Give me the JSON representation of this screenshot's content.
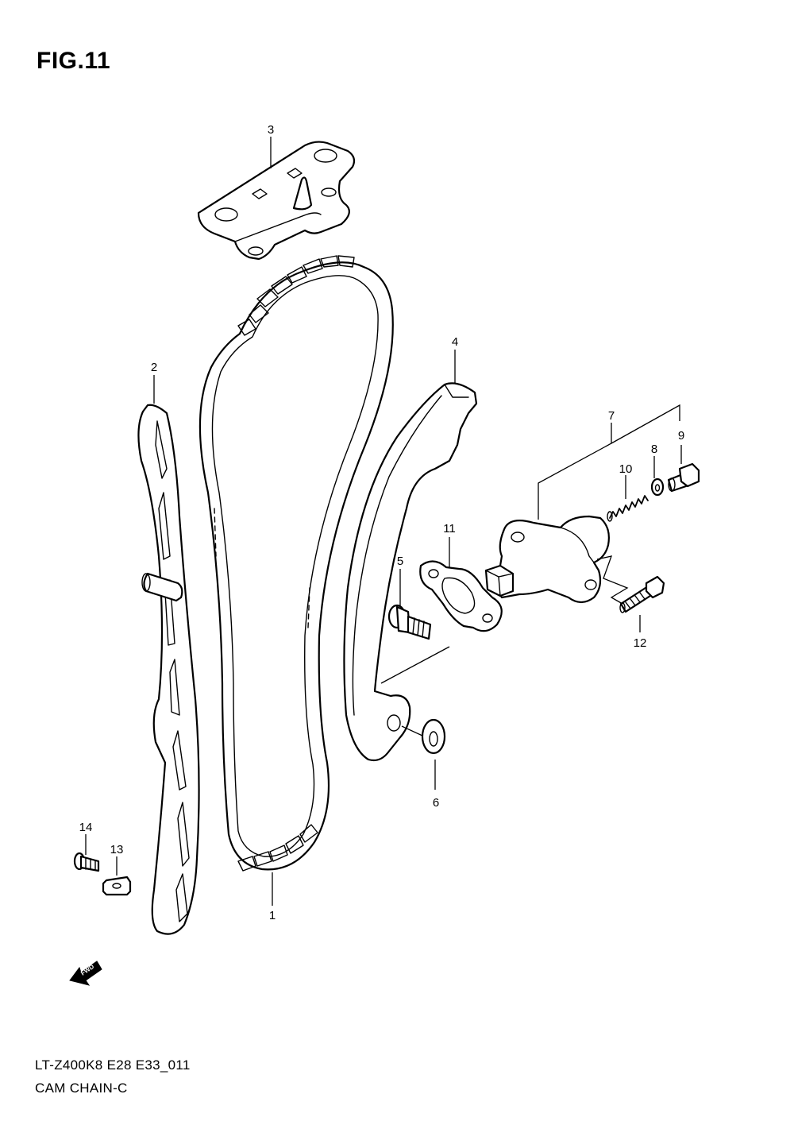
{
  "figure": {
    "title": "FIG.11",
    "code": "LT-Z400K8 E28 E33_011",
    "subtitle": "CAM CHAIN-C"
  },
  "callouts": [
    "1",
    "2",
    "3",
    "4",
    "5",
    "6",
    "7",
    "8",
    "9",
    "10",
    "11",
    "12",
    "13",
    "14"
  ],
  "direction_arrow": {
    "label": "FWD",
    "icon": "forward-arrow-icon"
  }
}
